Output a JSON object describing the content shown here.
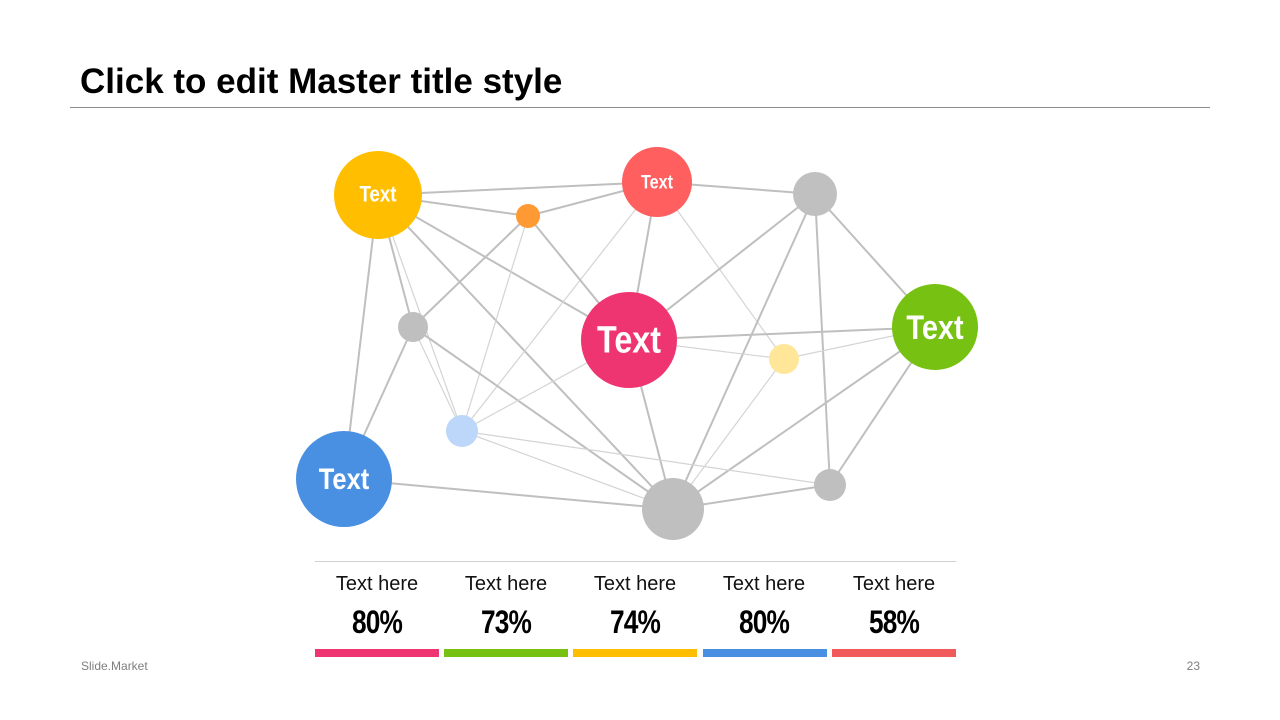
{
  "slide": {
    "title": "Click to edit Master title style",
    "footer": "Slide.Market",
    "page_number": "23"
  },
  "network": {
    "nodes": [
      {
        "id": "yellow",
        "label": "Text",
        "color": "#FFBF00"
      },
      {
        "id": "red",
        "label": "Text",
        "color": "#FF5F5F"
      },
      {
        "id": "orange",
        "label": "",
        "color": "#FF9933"
      },
      {
        "id": "gray-top",
        "label": "",
        "color": "#C0C0C0"
      },
      {
        "id": "gray-left",
        "label": "",
        "color": "#BFBFBF"
      },
      {
        "id": "pink",
        "label": "Text",
        "color": "#EE3571"
      },
      {
        "id": "green",
        "label": "Text",
        "color": "#77C113"
      },
      {
        "id": "light-yellow",
        "label": "",
        "color": "#FFE699"
      },
      {
        "id": "light-blue",
        "label": "",
        "color": "#BDD7FA"
      },
      {
        "id": "blue",
        "label": "Text",
        "color": "#4A90E2"
      },
      {
        "id": "gray-big",
        "label": "",
        "color": "#BFBFBF"
      },
      {
        "id": "gray-right",
        "label": "",
        "color": "#BFBFBF"
      }
    ],
    "edges": [
      [
        "yellow",
        "red"
      ],
      [
        "yellow",
        "orange"
      ],
      [
        "yellow",
        "gray-left"
      ],
      [
        "yellow",
        "blue"
      ],
      [
        "yellow",
        "pink"
      ],
      [
        "yellow",
        "gray-big"
      ],
      [
        "yellow",
        "light-blue"
      ],
      [
        "red",
        "gray-top"
      ],
      [
        "red",
        "orange"
      ],
      [
        "red",
        "pink"
      ],
      [
        "red",
        "light-yellow"
      ],
      [
        "red",
        "light-blue"
      ],
      [
        "orange",
        "gray-left"
      ],
      [
        "orange",
        "pink"
      ],
      [
        "orange",
        "light-blue"
      ],
      [
        "gray-top",
        "green"
      ],
      [
        "gray-top",
        "pink"
      ],
      [
        "gray-top",
        "gray-big"
      ],
      [
        "gray-top",
        "gray-right"
      ],
      [
        "gray-left",
        "blue"
      ],
      [
        "gray-left",
        "gray-big"
      ],
      [
        "gray-left",
        "light-blue"
      ],
      [
        "pink",
        "green"
      ],
      [
        "pink",
        "light-yellow"
      ],
      [
        "pink",
        "gray-big"
      ],
      [
        "pink",
        "light-blue"
      ],
      [
        "green",
        "light-yellow"
      ],
      [
        "green",
        "gray-big"
      ],
      [
        "green",
        "gray-right"
      ],
      [
        "light-yellow",
        "gray-big"
      ],
      [
        "light-blue",
        "gray-big"
      ],
      [
        "light-blue",
        "gray-right"
      ],
      [
        "blue",
        "gray-big"
      ],
      [
        "gray-big",
        "gray-right"
      ]
    ]
  },
  "stats": [
    {
      "label": "Text here",
      "value": "80%",
      "color": "#EE3571"
    },
    {
      "label": "Text here",
      "value": "73%",
      "color": "#77C113"
    },
    {
      "label": "Text here",
      "value": "74%",
      "color": "#FFBF00"
    },
    {
      "label": "Text here",
      "value": "80%",
      "color": "#4A90E2"
    },
    {
      "label": "Text here",
      "value": "58%",
      "color": "#F05A5A"
    }
  ]
}
